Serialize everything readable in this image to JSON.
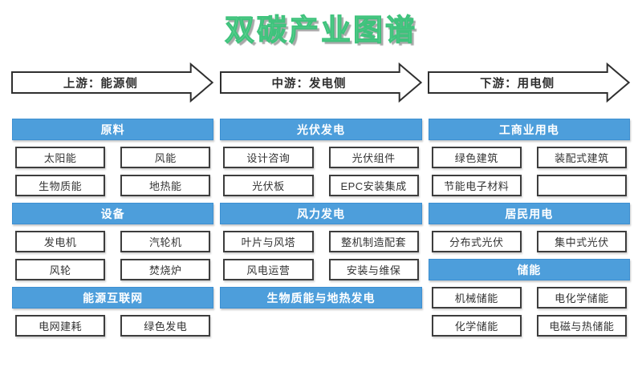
{
  "title": "双碳产业图谱",
  "colors": {
    "header_blue": "#4d9edb",
    "title_green": "#64d696",
    "box_border": "#3d3d3d",
    "arrow_outline": "#2f2f2f"
  },
  "flow_arrows": [
    {
      "label": "上游：能源侧"
    },
    {
      "label": "中游：发电侧"
    },
    {
      "label": "下游：用电侧"
    }
  ],
  "columns": [
    {
      "name": "upstream-energy-side",
      "rows": [
        {
          "type": "header",
          "label": "原料"
        },
        {
          "type": "boxes",
          "items": [
            "太阳能",
            "风能"
          ]
        },
        {
          "type": "boxes",
          "items": [
            "生物质能",
            "地热能"
          ]
        },
        {
          "type": "header",
          "label": "设备"
        },
        {
          "type": "boxes",
          "items": [
            "发电机",
            "汽轮机"
          ]
        },
        {
          "type": "boxes",
          "items": [
            "风轮",
            "焚烧炉"
          ]
        },
        {
          "type": "header",
          "label": "能源互联网"
        },
        {
          "type": "boxes",
          "items": [
            "电网建耗",
            "绿色发电"
          ]
        }
      ]
    },
    {
      "name": "midstream-generation-side",
      "rows": [
        {
          "type": "header",
          "label": "光伏发电"
        },
        {
          "type": "boxes",
          "items": [
            "设计咨询",
            "光伏组件"
          ]
        },
        {
          "type": "boxes",
          "items": [
            "光伏板",
            "EPC安装集成"
          ]
        },
        {
          "type": "header",
          "label": "风力发电"
        },
        {
          "type": "boxes",
          "items": [
            "叶片与风塔",
            "整机制造配套"
          ]
        },
        {
          "type": "boxes",
          "items": [
            "风电运营",
            "安装与维保"
          ]
        },
        {
          "type": "header",
          "label": "生物质能与地热发电"
        },
        {
          "type": "empty"
        }
      ]
    },
    {
      "name": "downstream-consumption-side",
      "rows": [
        {
          "type": "header",
          "label": "工商业用电"
        },
        {
          "type": "boxes",
          "items": [
            "绿色建筑",
            "装配式建筑"
          ]
        },
        {
          "type": "boxes",
          "items": [
            "节能电子材料",
            ""
          ]
        },
        {
          "type": "header",
          "label": "居民用电"
        },
        {
          "type": "boxes",
          "items": [
            "分布式光伏",
            "集中式光伏"
          ]
        },
        {
          "type": "header",
          "label": "储能"
        },
        {
          "type": "boxes",
          "items": [
            "机械储能",
            "电化学储能"
          ]
        },
        {
          "type": "boxes",
          "items": [
            "化学储能",
            "电磁与热储能"
          ]
        }
      ]
    }
  ]
}
